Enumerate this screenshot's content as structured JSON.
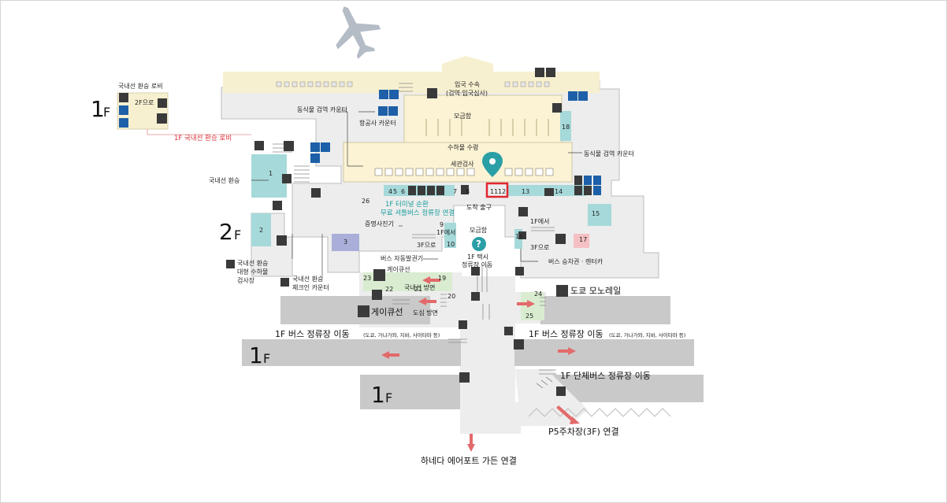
{
  "floor_labels": {
    "inset": {
      "num": "1",
      "suffix": "F"
    },
    "main": {
      "num": "2",
      "suffix": "F"
    },
    "lower_left": {
      "num": "1",
      "suffix": "F"
    },
    "lower_mid": {
      "num": "1",
      "suffix": "F"
    }
  },
  "inset": {
    "title": "국내선 환승 로비",
    "to_2f": "2F으로",
    "link": "1F 국내선 환승 로비"
  },
  "labels": {
    "arrival_inspection": "입국 수속",
    "arrival_inspection_sub": "(검역·입국심사)",
    "quarantine_counter_left": "동식물 검역 카운터",
    "airline_counter": "항공사 카운터",
    "money_exchange": "모금함",
    "baggage_claim": "수하물 수령",
    "customs": "세관검사",
    "quarantine_counter_right": "동식물 검역 카운터",
    "domestic_transfer": "국내선 환승",
    "arrival_exit": "도착 출구",
    "shuttle_line1": "1F 터미널 순환",
    "shuttle_line2": "무료 셔틀버스 정류장 연결",
    "photo_booth": "증명사진기",
    "from_1f_left": "1F에서",
    "to_3f_left": "3F으로",
    "donation_box": "모금함",
    "taxi_line1": "1F 택시",
    "taxi_line2": "정류장 이동",
    "from_1f_right": "1F에서",
    "to_3f_right": "3F으로",
    "bus_ticket_rentacar": "버스 승차권 · 렌터카",
    "bus_ticket_machine": "버스 자동발권기",
    "keikyu_small": "게이큐선",
    "domestic_direction": "국내선 방면",
    "city_direction": "도심 방면",
    "keikyu_large": "게이큐선",
    "monorail": "도쿄 모노레일",
    "transfer_baggage_line1": "국내선 환승",
    "transfer_baggage_line2": "대형 수하물",
    "transfer_baggage_line3": "검사장",
    "transfer_checkin_line1": "국내선 환승",
    "transfer_checkin_line2": "체크인 카운터",
    "bus_move_left": "1F 버스 정류장 이동",
    "bus_move_left_sub": "(도쿄, 가나가와, 지바, 사이타마 등)",
    "bus_move_right": "1F 버스 정류장 이동",
    "bus_move_right_sub": "(도쿄, 가나가와, 지바, 사이타마 등)",
    "group_bus": "1F 단체버스 정류장 이동",
    "parking_p5": "P5주차장(3F) 연결",
    "haneda_garden": "하네다 에어포트 가든 연결"
  },
  "area_numbers": [
    "1",
    "2",
    "3",
    "4",
    "5",
    "6",
    "7",
    "8",
    "9",
    "10",
    "11",
    "12",
    "13",
    "14",
    "15",
    "16",
    "17",
    "18",
    "19",
    "20",
    "21",
    "22",
    "23",
    "24",
    "25",
    "26"
  ],
  "colors": {
    "corridor": "#ededed",
    "arrival_area": "#fbf3d4",
    "teal_area": "#a6d9da",
    "teal_text": "#1a9c9c",
    "green_area": "#d9ecd0",
    "purple_area": "#a9afd9",
    "pink_area": "#f4c0c3",
    "highlight": "#e2262e",
    "pin": "#2a9fa6",
    "arrow_red": "#e36a6a",
    "icon_blue": "#1d5fa8"
  },
  "icons": [
    "airplane-icon",
    "toilet-icon",
    "accessible-icon",
    "elevator-icon",
    "escalator-icon",
    "phone-icon",
    "info-icon",
    "atm-icon",
    "location-pin-icon",
    "question-icon",
    "train-icon",
    "monorail-icon",
    "smoking-icon",
    "aed-icon"
  ]
}
